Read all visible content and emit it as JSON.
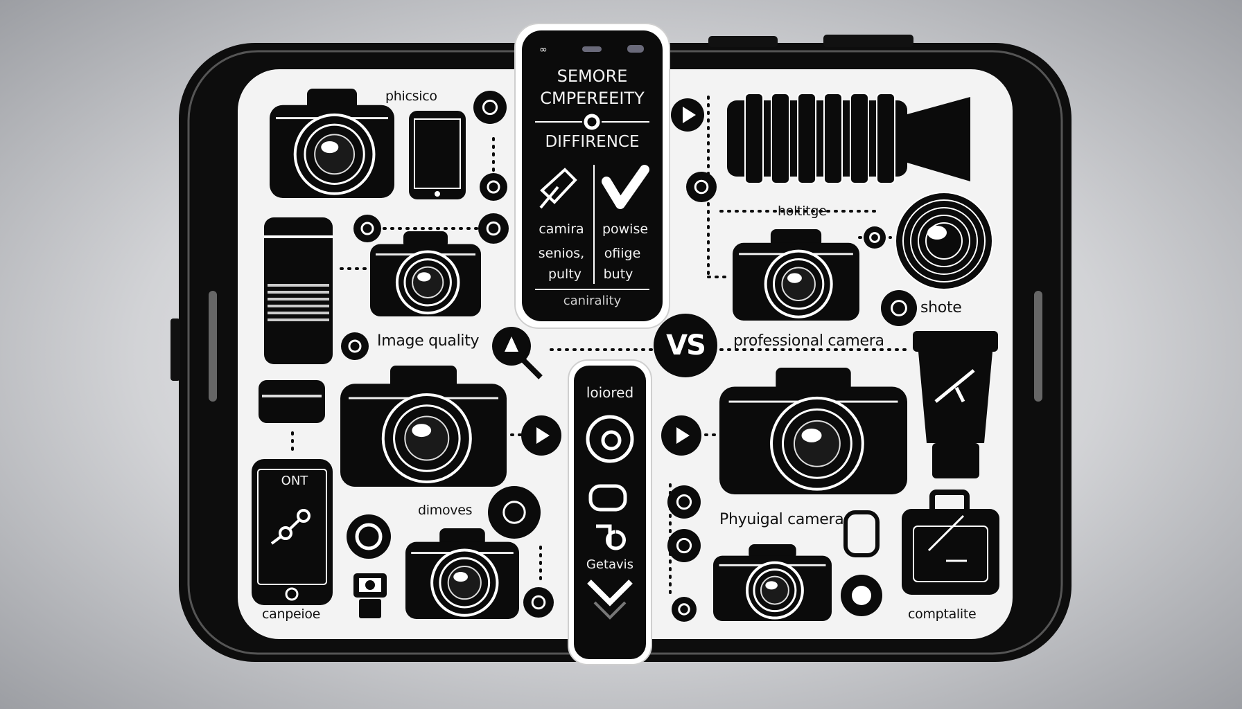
{
  "center_panel": {
    "title_line1": "SEMORE",
    "title_line2": "CMPEREEITY",
    "subtitle": "DIFFIRENCE",
    "left_col": [
      "camira",
      "senios,",
      "pulty"
    ],
    "right_col": [
      "powise",
      "ofiige",
      "buty"
    ],
    "footer": "canirality"
  },
  "bottom_panel": {
    "top_label": "loiored",
    "bottom_label": "Getavis"
  },
  "vs_label": "VS",
  "labels": {
    "phicsico": "phicsico",
    "image_quality": "Image quality",
    "professional_camera": "professional camera",
    "holtitge": "holtitge",
    "shote": "shote",
    "dimoves": "dimoves",
    "physical_camera": "Phyuigal camera",
    "canpeioe": "canpeioe",
    "comptalite": "comptalite",
    "phone_ont": "ONT"
  },
  "colors": {
    "ink": "#0b0b0b",
    "paper": "#f3f3f3",
    "frame": "#111111"
  }
}
